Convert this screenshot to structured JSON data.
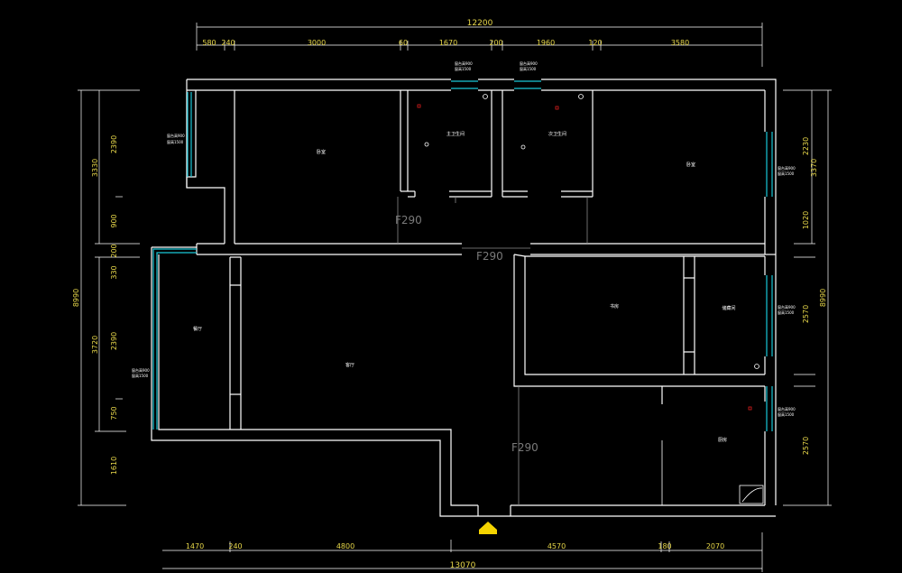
{
  "colors": {
    "background": "#000000",
    "walls": "#ffffff",
    "windows": "#19c8d8",
    "dimensions": "#e8d84a",
    "elevation_text": "#7a7a7a",
    "entrance_marker": "#f5d400",
    "outlets": "#e02020"
  },
  "dimensions": {
    "top_total": "12200",
    "top_segments": [
      "580",
      "240",
      "3000",
      "60",
      "1670",
      "200",
      "1960",
      "120",
      "3580"
    ],
    "bottom_total": "13070",
    "bottom_segments": [
      "1470",
      "240",
      "4800",
      "4570",
      "180",
      "2070"
    ],
    "left_total": "8990",
    "left_groups": [
      "3330",
      "3720"
    ],
    "left_segments": [
      "2390",
      "900",
      "200",
      "330",
      "2390",
      "750",
      "1610"
    ],
    "right_total": "8990",
    "right_group": "3370",
    "right_segments": [
      "2230",
      "1020",
      "2570",
      "2570"
    ]
  },
  "elevations": [
    "F290",
    "F290",
    "F290"
  ],
  "rooms": {
    "bedroom_top_left": "卧室",
    "bathroom_left": "主卫生间",
    "bathroom_right": "次卫生间",
    "master_bedroom": "卧室",
    "left_room": "餐厅",
    "living_room": "客厅",
    "study": "书房",
    "storage": "储藏间",
    "kitchen": "厨房"
  },
  "window_notes": {
    "balcony_left": [
      "窗台高900",
      "窗高1500"
    ],
    "top_window_1": [
      "窗台高900",
      "窗高1500"
    ],
    "top_window_2": [
      "窗台高900",
      "窗高1500"
    ],
    "right_window_1": [
      "窗台高900",
      "窗高1500"
    ],
    "right_window_2": [
      "窗台高900",
      "窗高1500"
    ],
    "right_window_3": [
      "窗台高900",
      "窗高1500"
    ],
    "left_window_lower": [
      "窗台高900",
      "窗高1500"
    ]
  }
}
